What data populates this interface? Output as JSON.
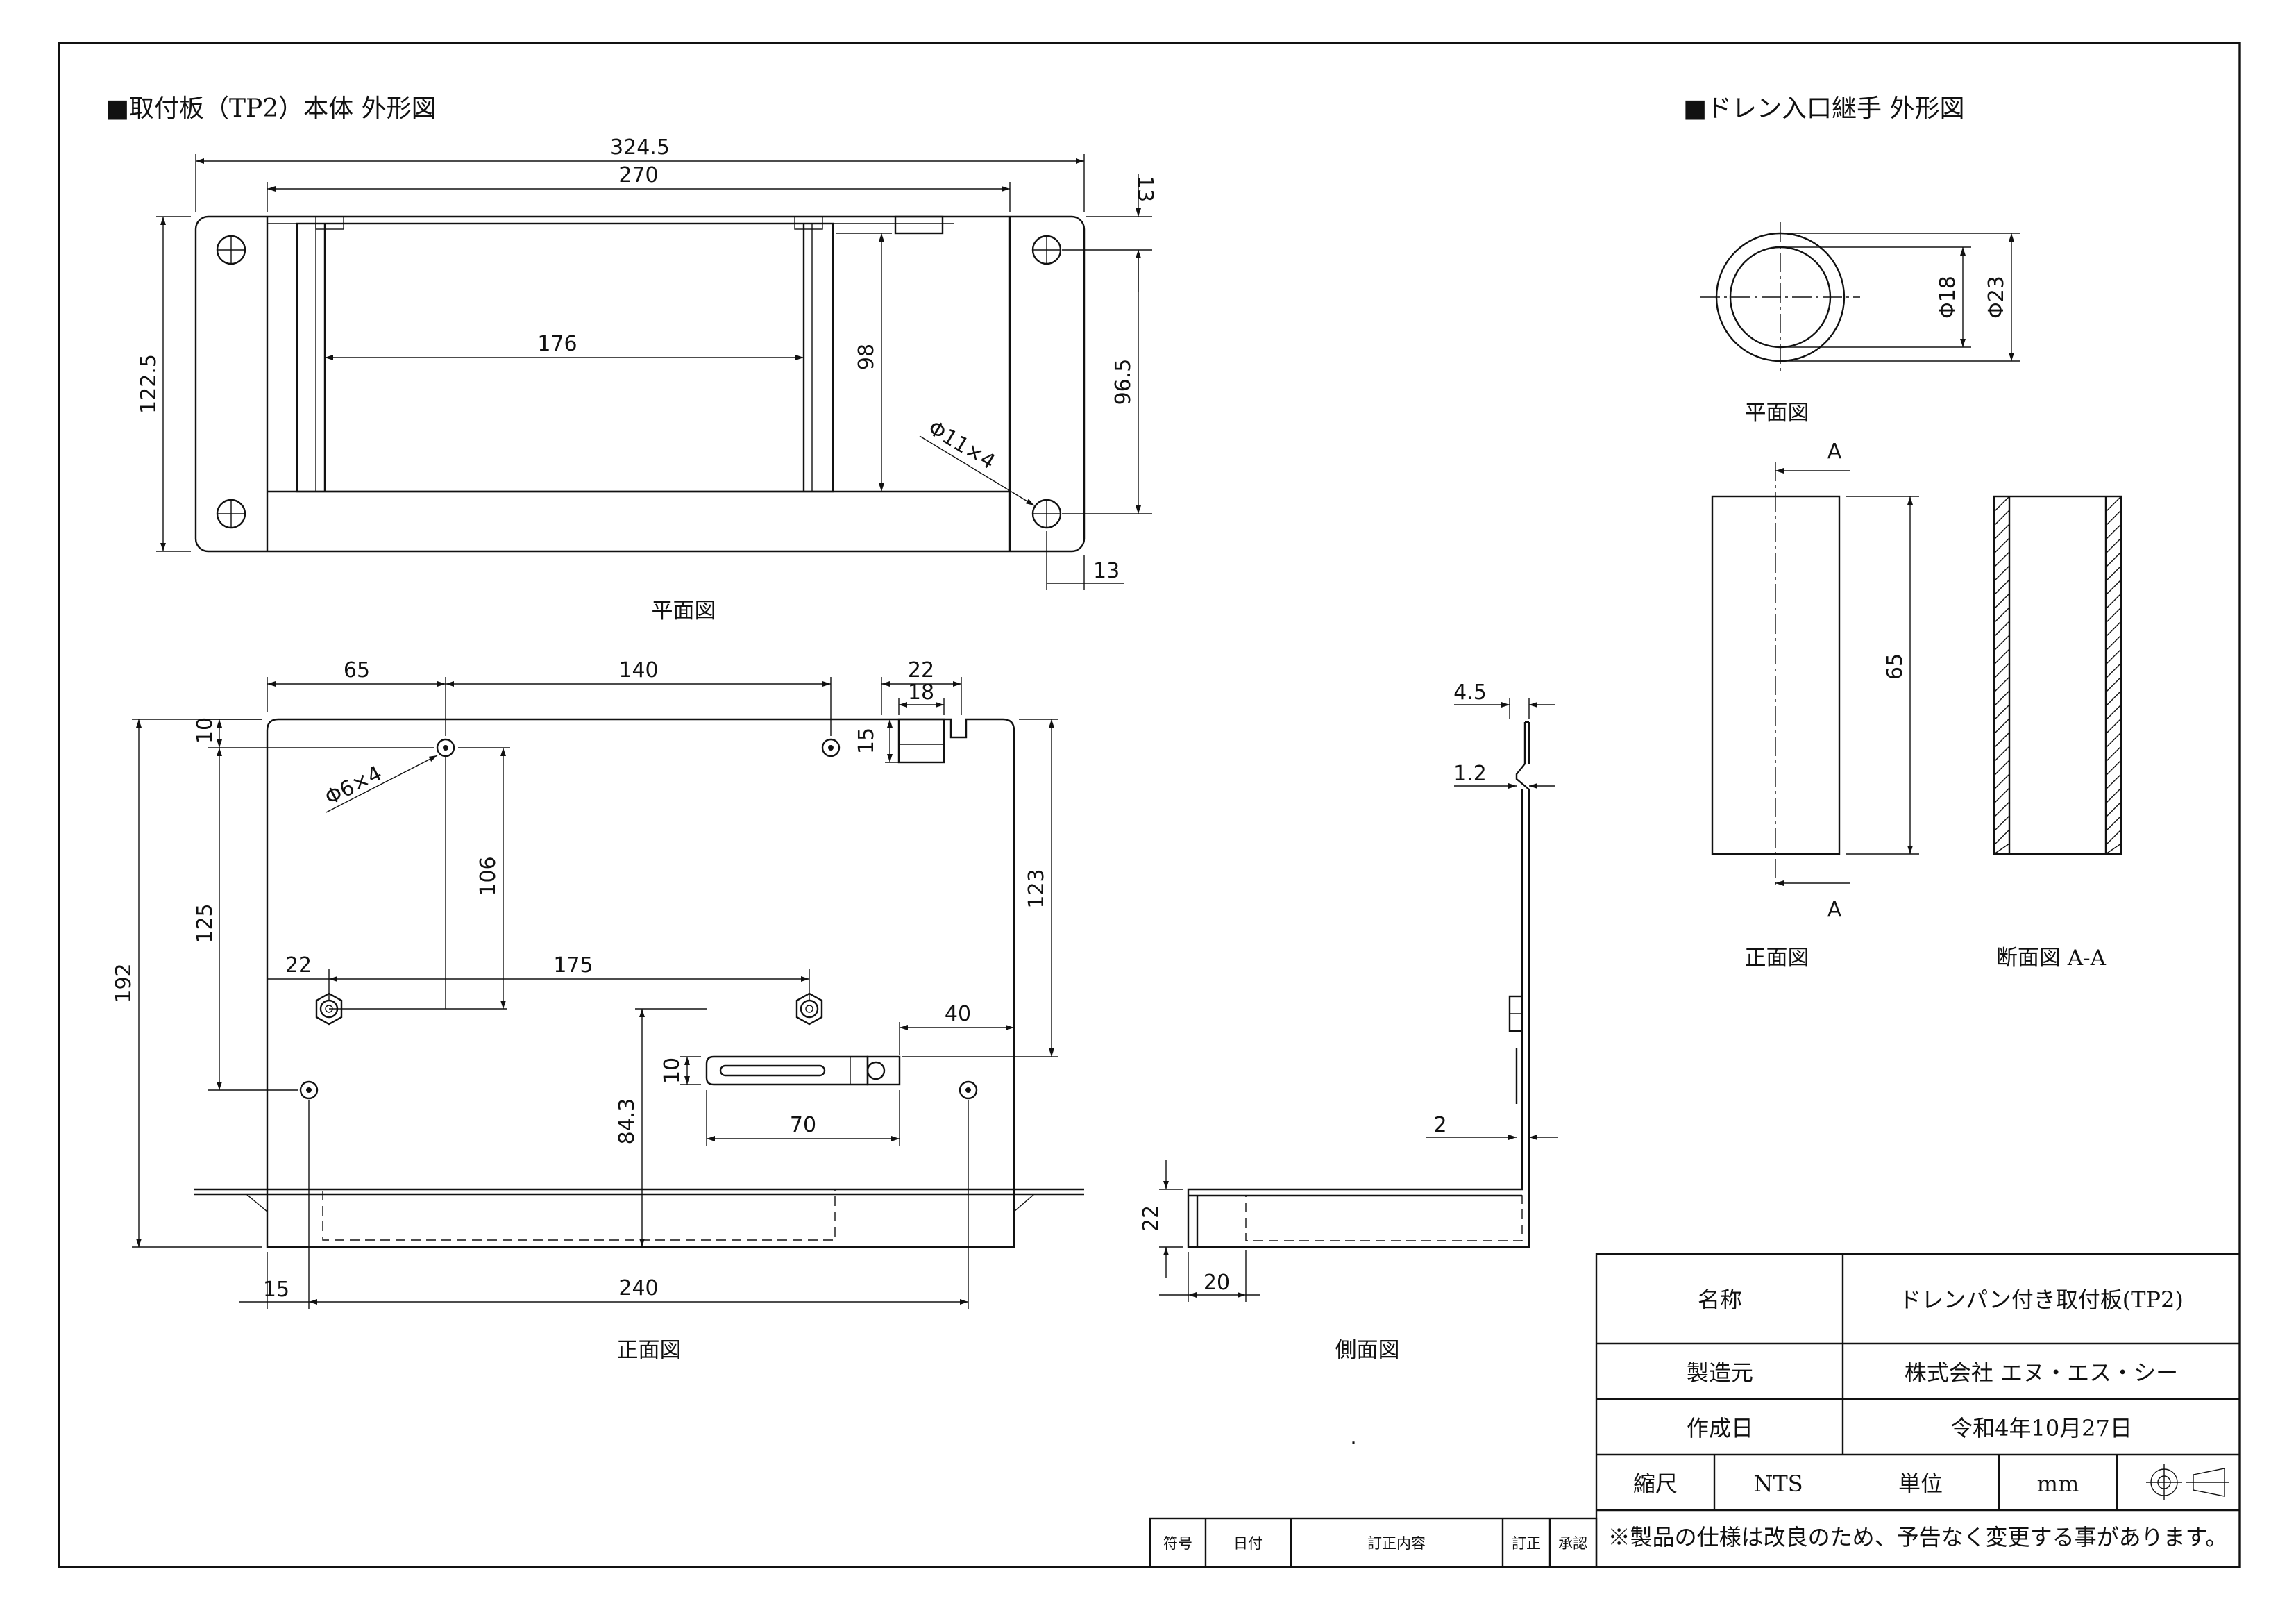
{
  "titles": {
    "main": "■取付板（TP2）本体 外形図",
    "drain": "■ドレン入口継手 外形図"
  },
  "views": {
    "plan": "平面図",
    "front": "正面図",
    "side": "側面図",
    "drain_plan": "平面図",
    "drain_front": "正面図",
    "drain_section": "断面図 A-A",
    "section_mark": "A"
  },
  "dimensions": {
    "plan": {
      "overall_width": "324.5",
      "inner_width": "270",
      "top_offset": "13",
      "overall_height": "122.5",
      "slot_width": "176",
      "slot_height": "98",
      "hole_pitch": "96.5",
      "hole_note": "Φ11×4",
      "edge_offset": "13"
    },
    "front": {
      "left_offset": "65",
      "hole_spacing": "140",
      "tab_outer": "22",
      "tab_inner": "18",
      "top_hole": "10",
      "tab_height": "15",
      "hole_note": "Φ6×4",
      "height_106": "106",
      "height_125": "125",
      "height_123": "123",
      "overall_height": "192",
      "left_nut": "22",
      "nut_spacing": "175",
      "slot_offset": "40",
      "slot_height": "10",
      "slot_length": "70",
      "height_843": "84.3",
      "bottom_left": "15",
      "bottom_span": "240"
    },
    "side": {
      "top_offset": "4.5",
      "thickness": "1.2",
      "flange": "2",
      "tray_height": "22",
      "tray_lip": "20"
    },
    "drain": {
      "inner_dia": "Φ18",
      "outer_dia": "Φ23",
      "length": "65"
    }
  },
  "title_block": {
    "name_label": "名称",
    "name_value": "ドレンパン付き取付板(TP2)",
    "maker_label": "製造元",
    "maker_value": "株式会社 エヌ・エス・シー",
    "date_label": "作成日",
    "date_value": "令和4年10月27日",
    "scale_label": "縮尺",
    "scale_value": "NTS",
    "unit_label": "単位",
    "unit_value": "mm",
    "note": "※製品の仕様は改良のため、予告なく変更する事があります。",
    "projection_icon": "third-angle-projection-icon"
  },
  "revision_table": {
    "headers": [
      "符号",
      "日付",
      "訂正内容",
      "訂正",
      "承認"
    ]
  },
  "stray_mark": "."
}
